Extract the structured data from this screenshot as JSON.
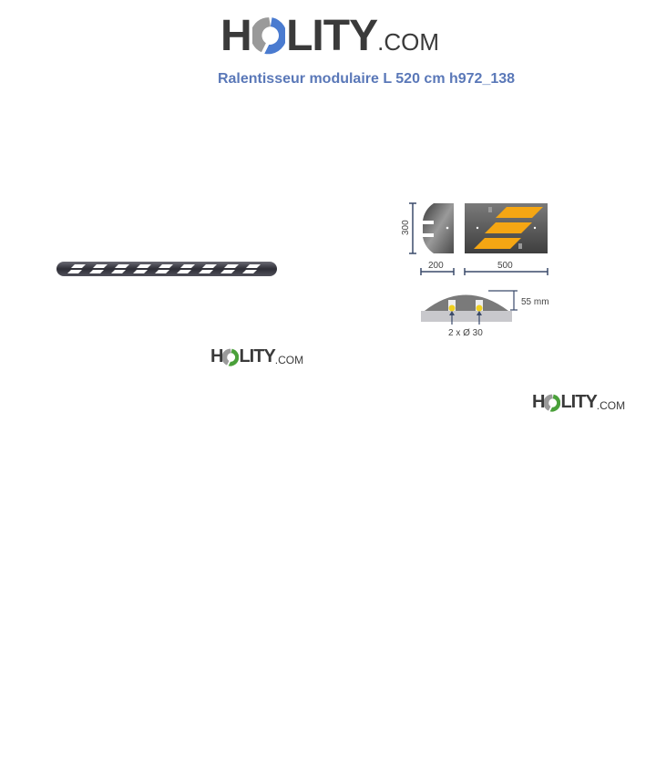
{
  "header": {
    "logo": {
      "prefix": "H",
      "suffix": "LITY",
      "domain": ".COM",
      "ring_colors": [
        "#9a9a9a",
        "#4a7bd0"
      ]
    },
    "title": "Ralentisseur modulaire L 520 cm h972_138"
  },
  "product_image": {
    "alt": "modular speed bump 520 cm",
    "stripe_colors": [
      "#3b3b44",
      "#ffffff"
    ],
    "segments": 10
  },
  "diagram": {
    "height_label": "300",
    "end_width_label": "200",
    "module_width_label": "500",
    "profile_height_label": "55 mm",
    "holes_label": "2 x Ø 30",
    "stripe_color": "#f5a613",
    "body_color": "#5a5a5a",
    "dim_line_color": "#3a4a6a"
  },
  "watermarks": [
    {
      "prefix": "H",
      "suffix": "LITY",
      "domain": ".COM",
      "ring_colors": [
        "#9a9a9a",
        "#4aa03a"
      ]
    },
    {
      "prefix": "H",
      "suffix": "LITY",
      "domain": ".COM",
      "ring_colors": [
        "#9a9a9a",
        "#4aa03a"
      ]
    }
  ]
}
